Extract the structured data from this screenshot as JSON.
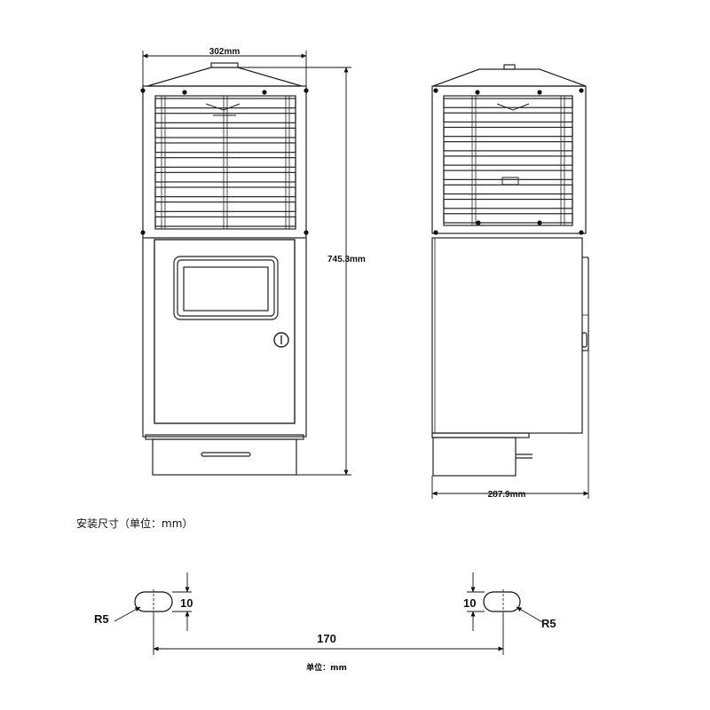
{
  "front_view": {
    "width_label": "302mm",
    "height_label": "745.3mm"
  },
  "side_view": {
    "depth_label": "287.9mm"
  },
  "section_title": "安装尺寸（单位：mm）",
  "mounting": {
    "left_radius_label": "R5",
    "right_radius_label": "R5",
    "left_slot_height_label": "10",
    "right_slot_height_label": "10",
    "spacing_label": "170",
    "unit_label": "单位：mm"
  }
}
